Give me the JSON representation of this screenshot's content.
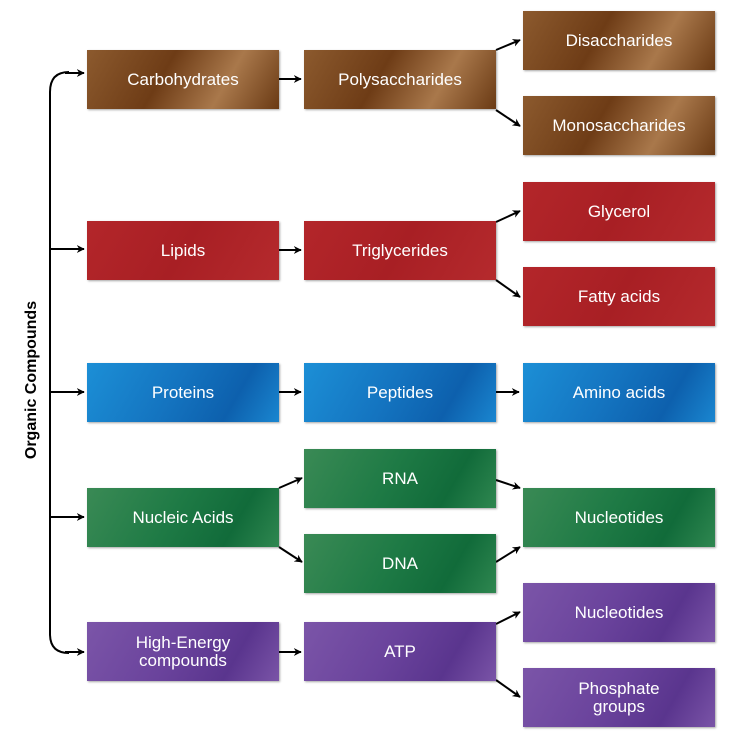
{
  "root": {
    "label": "Organic Compounds"
  },
  "colors": {
    "carbohydrates": "#7a4a22",
    "lipids": "#ae2328",
    "proteins": "#1579c4",
    "nucleic_acids": "#1d7a45",
    "high_energy": "#6a439c",
    "connector": "#000000"
  },
  "groups": {
    "carbohydrates": {
      "level1": "Carbohydrates",
      "level2": "Polysaccharides",
      "level3": [
        "Disaccharides",
        "Monosaccharides"
      ]
    },
    "lipids": {
      "level1": "Lipids",
      "level2": "Triglycerides",
      "level3": [
        "Glycerol",
        "Fatty acids"
      ]
    },
    "proteins": {
      "level1": "Proteins",
      "level2": "Peptides",
      "level3": [
        "Amino acids"
      ]
    },
    "nucleic_acids": {
      "level1": "Nucleic Acids",
      "level2": [
        "RNA",
        "DNA"
      ],
      "level3": [
        "Nucleotides"
      ]
    },
    "high_energy": {
      "level1": [
        "High-Energy",
        "compounds"
      ],
      "level2": "ATP",
      "level3": [
        "Nucleotides",
        [
          "Phosphate",
          "groups"
        ]
      ]
    }
  }
}
